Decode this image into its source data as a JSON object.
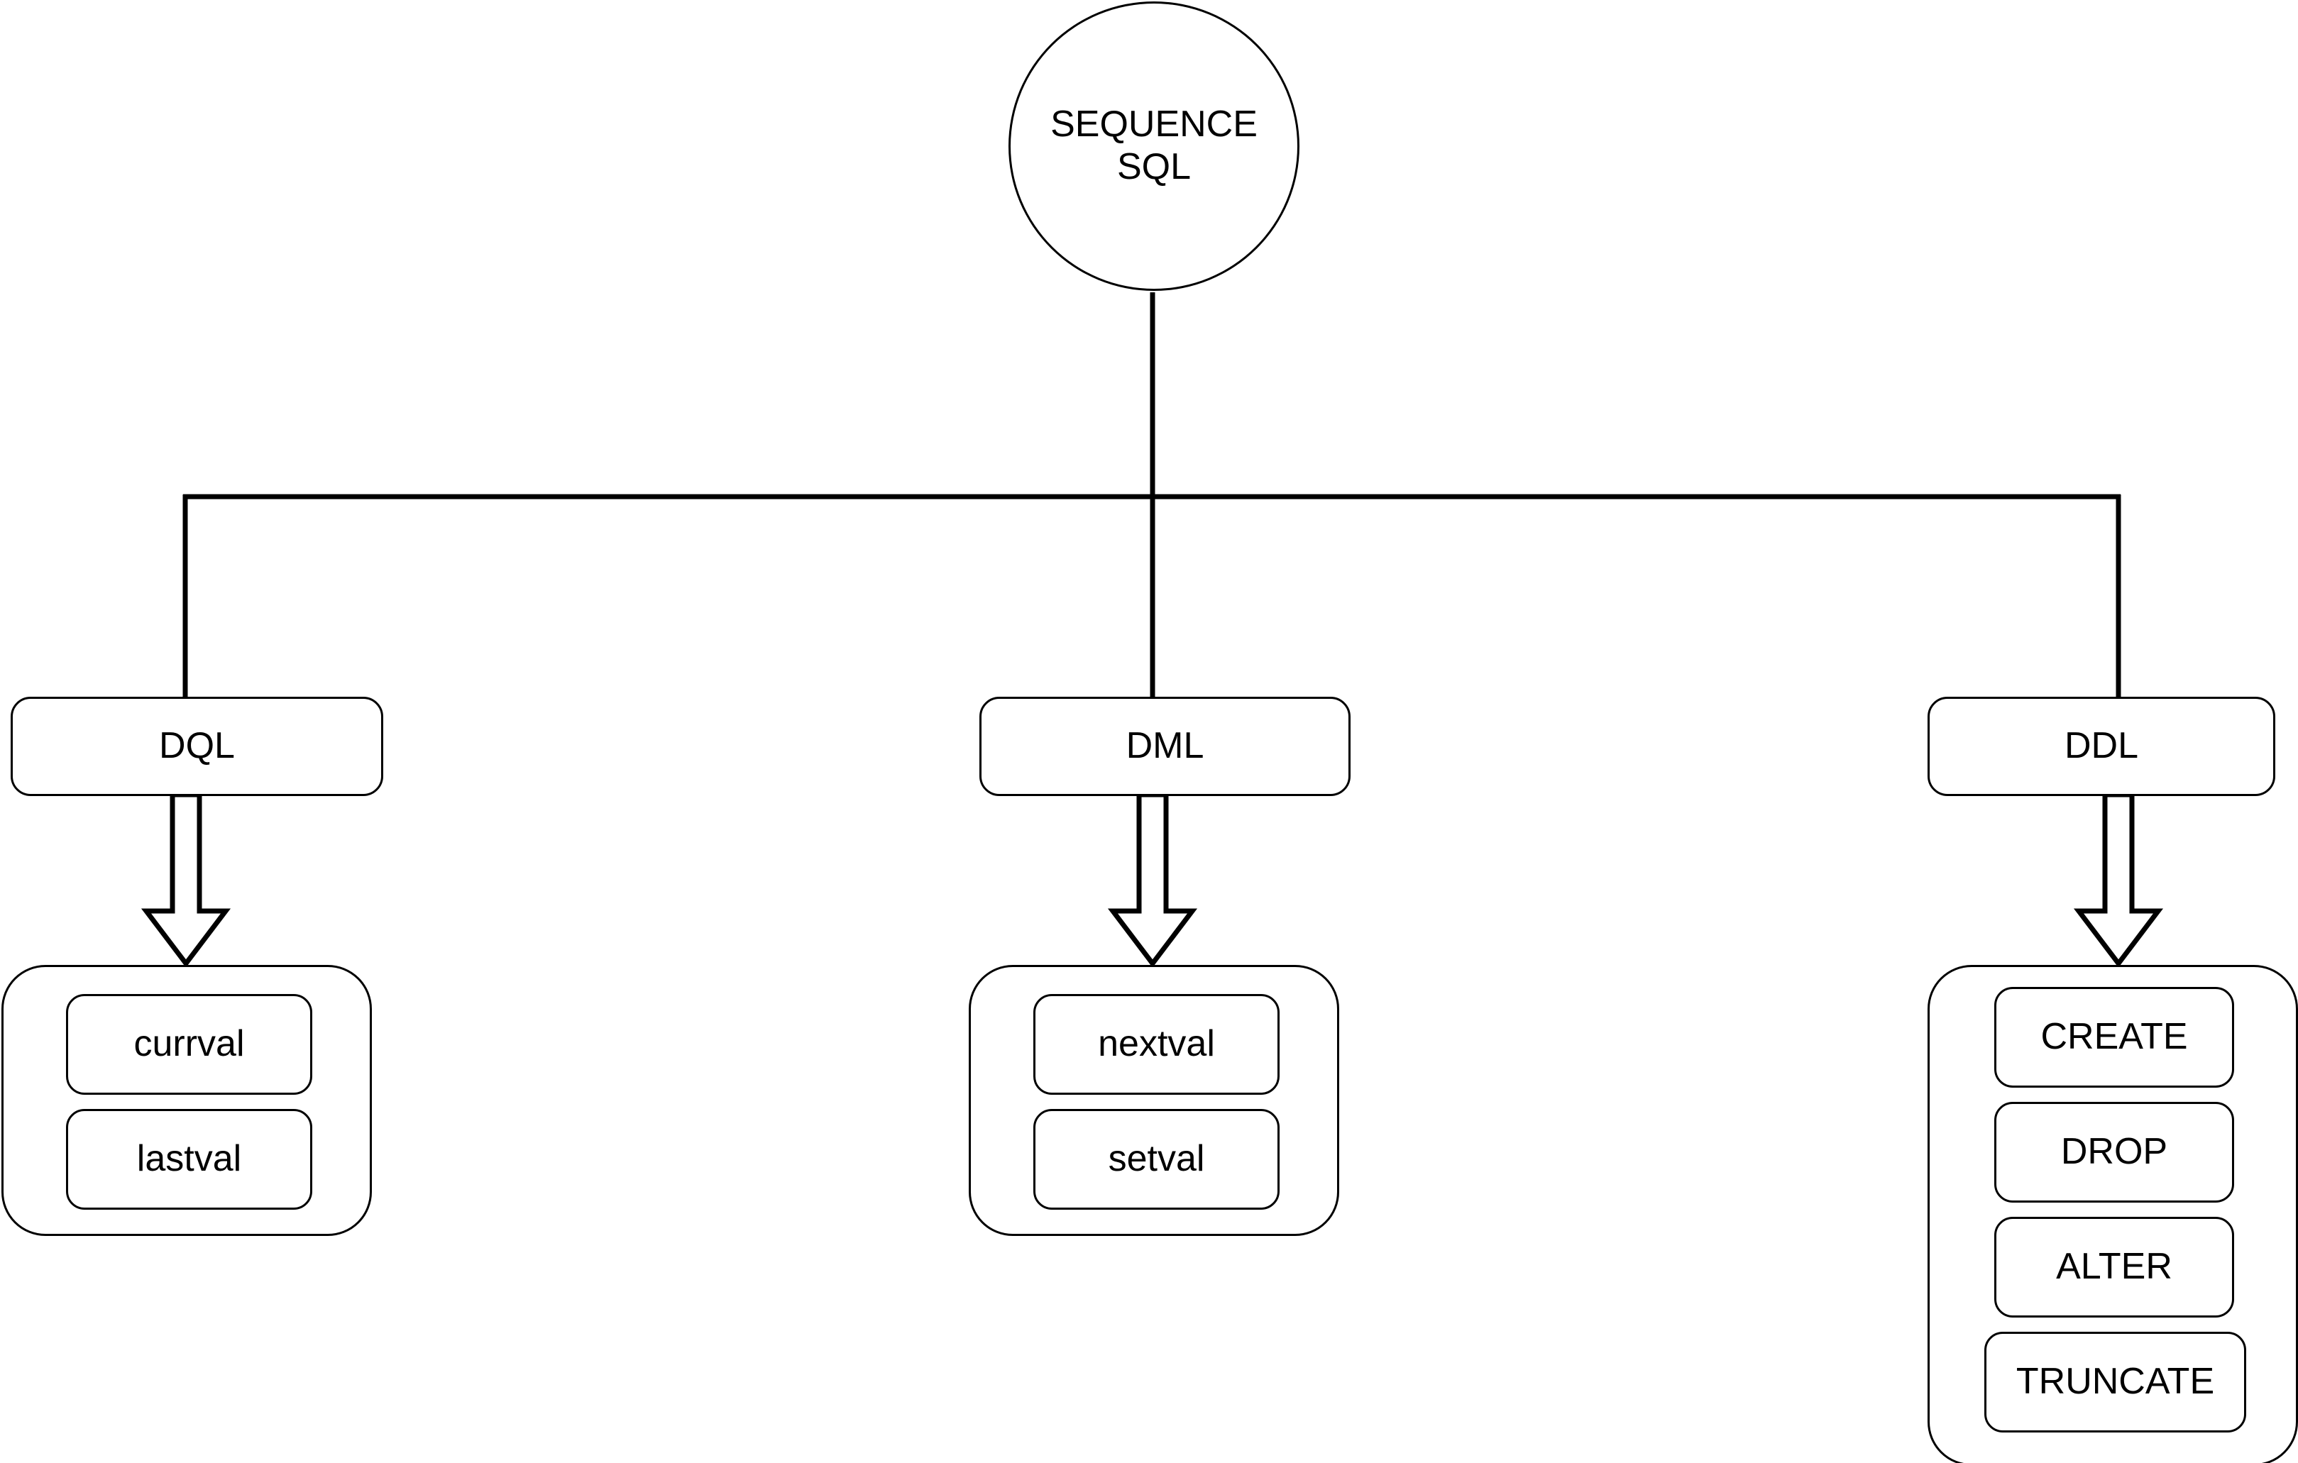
{
  "diagram": {
    "title": "SEQUENCE SQL",
    "root": {
      "label": "SEQUENCE\nSQL",
      "shape": "ellipse"
    },
    "branches": [
      {
        "id": "dql",
        "label": "DQL",
        "items": [
          {
            "label": "currval"
          },
          {
            "label": "lastval"
          }
        ]
      },
      {
        "id": "dml",
        "label": "DML",
        "items": [
          {
            "label": "nextval"
          },
          {
            "label": "setval"
          }
        ]
      },
      {
        "id": "ddl",
        "label": "DDL",
        "items": [
          {
            "label": "CREATE"
          },
          {
            "label": "DROP"
          },
          {
            "label": "ALTER"
          },
          {
            "label": "TRUNCATE"
          }
        ]
      }
    ],
    "colors": {
      "stroke": "#000000",
      "fill": "#ffffff",
      "text": "#000000"
    }
  }
}
